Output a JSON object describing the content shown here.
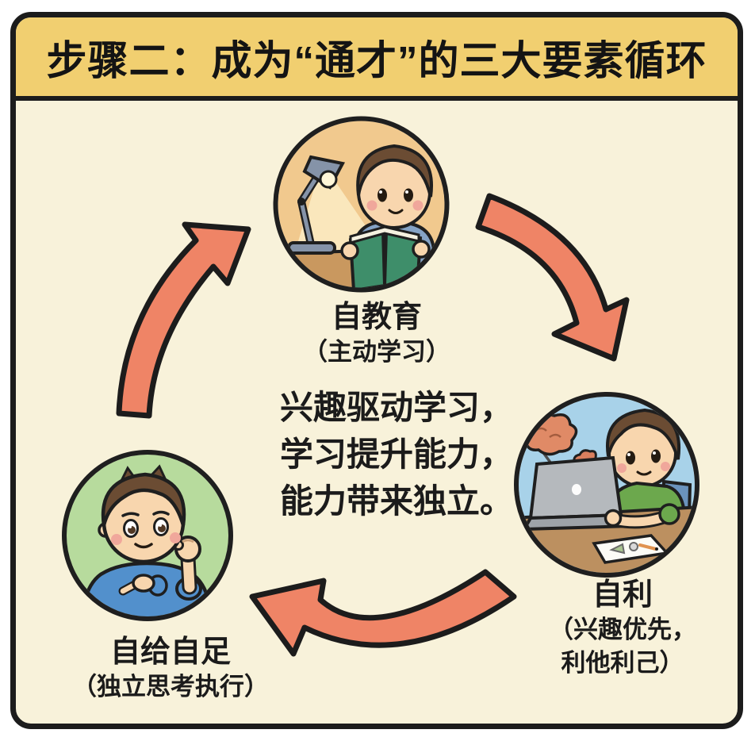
{
  "header": {
    "title": "步骤二：成为“通才”的三大要素循环"
  },
  "center_text": {
    "line1": "兴趣驱动学习，",
    "line2": "学习提升能力，",
    "line3": "能力带来独立。"
  },
  "nodes": {
    "top": {
      "label": "自教育",
      "sublabel": "（主动学习）",
      "illustration": "boy-reading-green-book-under-desk-lamp"
    },
    "right": {
      "label": "自利",
      "sublabel_line1": "（兴趣优先，",
      "sublabel_line2": "利他利己）",
      "illustration": "boy-working-on-laptop-at-desk"
    },
    "bottom_left": {
      "label": "自给自足",
      "sublabel": "（独立思考执行）",
      "illustration": "boy-pointing-at-himself"
    }
  },
  "cycle": {
    "direction": "clockwise",
    "arrows": [
      "self-education-to-self-interest",
      "self-interest-to-self-sufficiency",
      "self-sufficiency-to-self-education"
    ]
  },
  "colors": {
    "page_bg": "#FFFFFF",
    "panel_bg": "#F8F2DA",
    "banner_bg": "#F1CF70",
    "ink": "#1C1C1C",
    "arrow_fill": "#EF8466",
    "node_top_bg": "#F1C98E",
    "node_right_bg": "#A8D2E9",
    "node_bottom_left_bg": "#B7DB9D"
  }
}
